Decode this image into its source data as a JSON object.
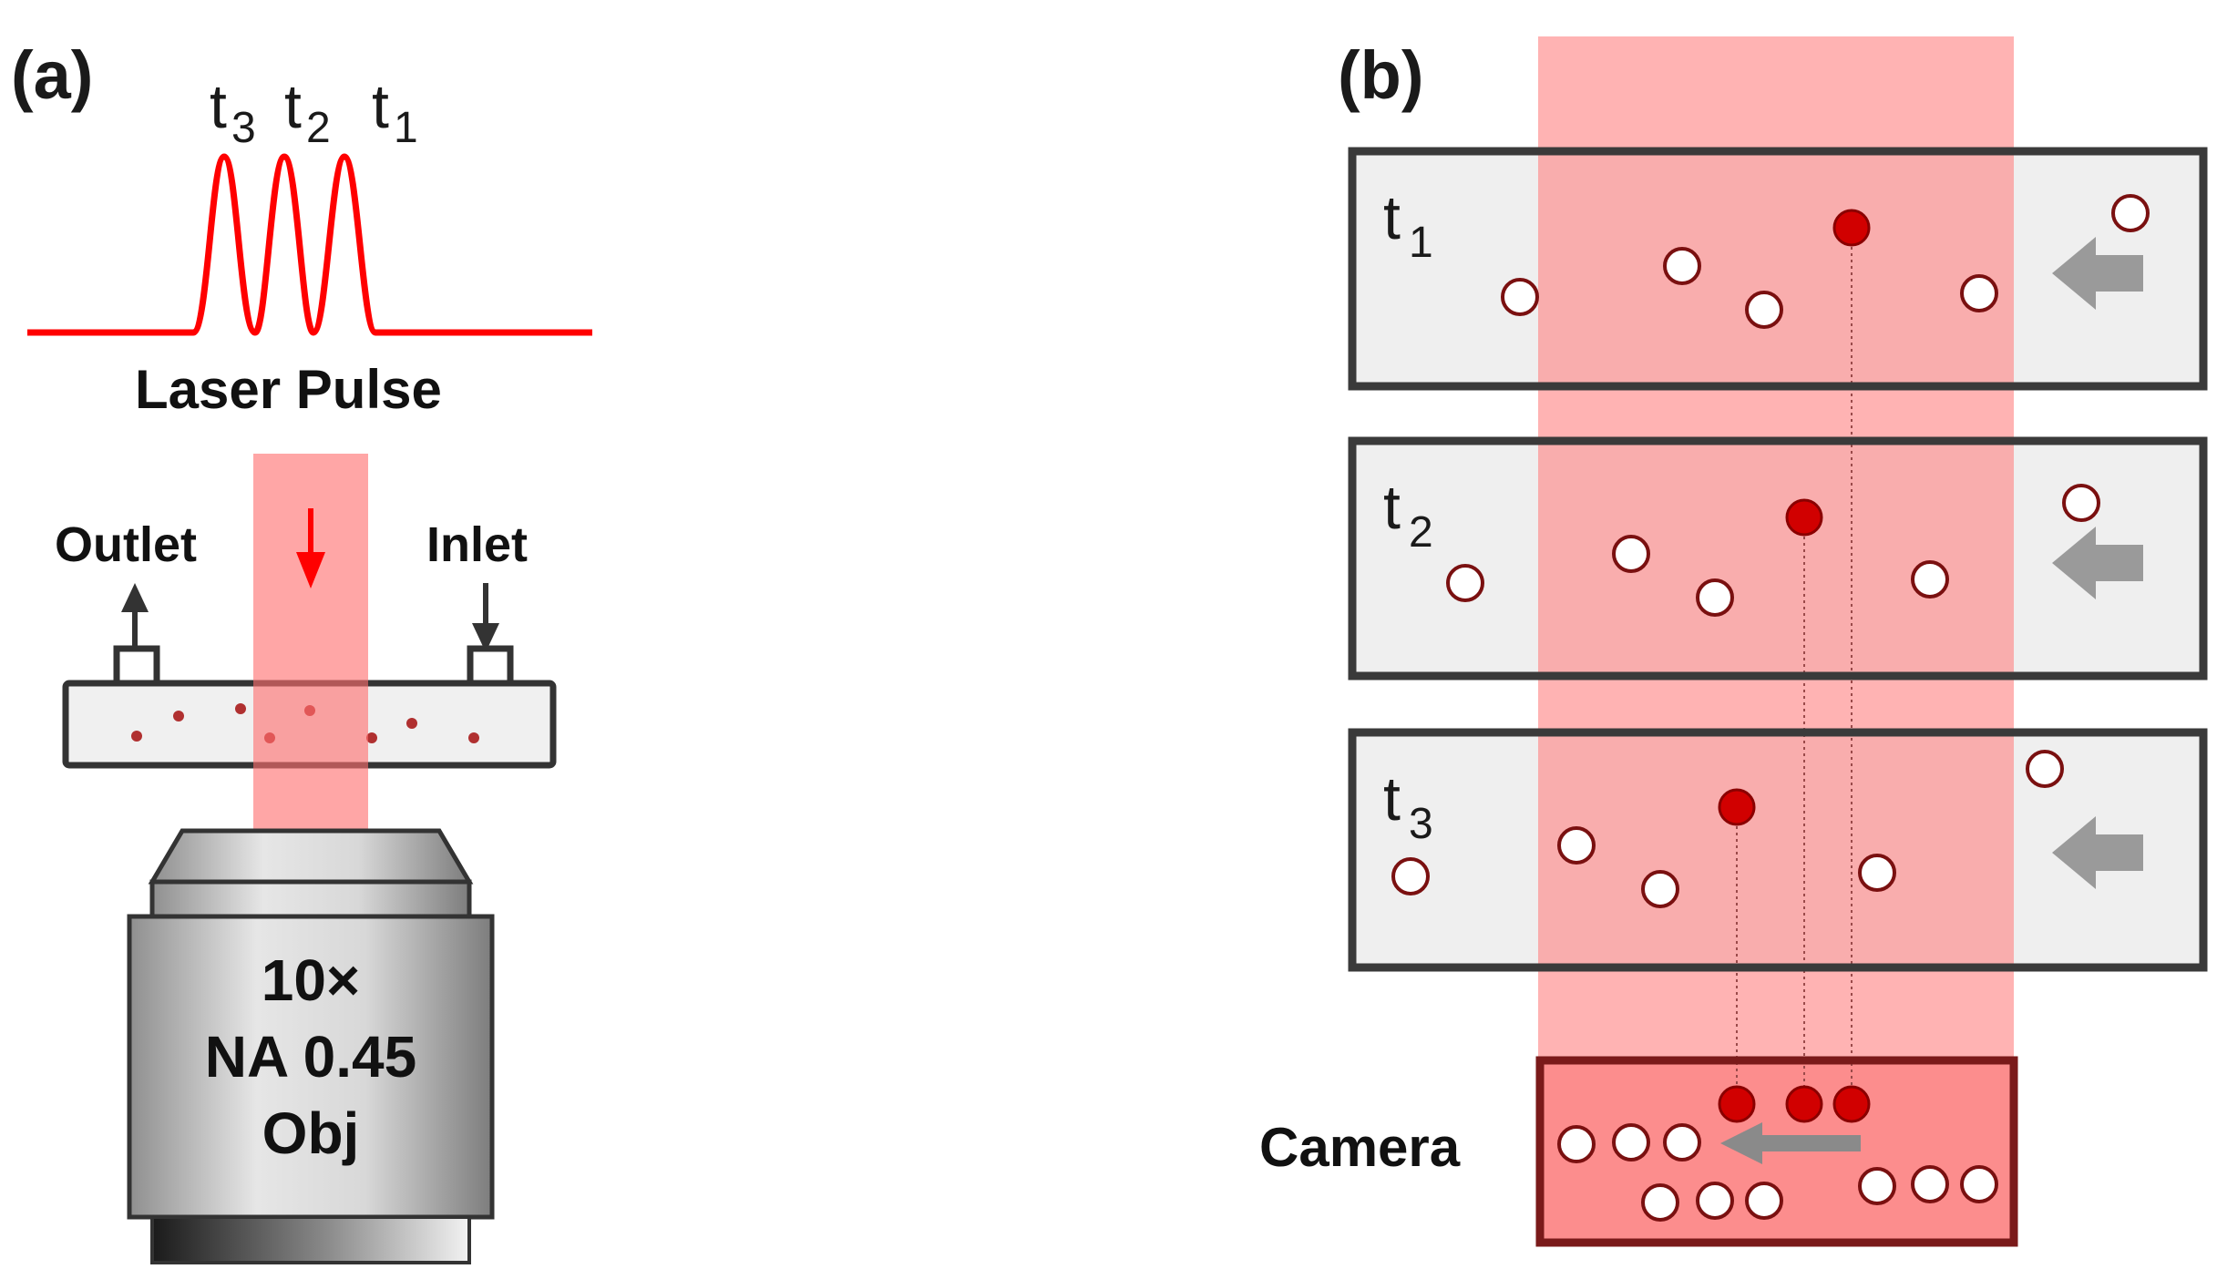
{
  "panel_a": {
    "label": "(a)",
    "pulse_labels": [
      {
        "base": "t",
        "sub": "3"
      },
      {
        "base": "t",
        "sub": "2"
      },
      {
        "base": "t",
        "sub": "1"
      }
    ],
    "laser_label": "Laser Pulse",
    "outlet_label": "Outlet",
    "inlet_label": "Inlet",
    "objective_lines": [
      "10×",
      "NA 0.45",
      "Obj"
    ]
  },
  "panel_b": {
    "label": "(b)",
    "frames": [
      {
        "base": "t",
        "sub": "1"
      },
      {
        "base": "t",
        "sub": "2"
      },
      {
        "base": "t",
        "sub": "3"
      }
    ],
    "camera_label": "Camera"
  },
  "colors": {
    "laser_red": "#ff0000",
    "beam_fill": "#ff9999",
    "tracked_particle": "#d10000",
    "frame_border": "#3a3a3a",
    "camera_border": "#7a1a1a"
  }
}
